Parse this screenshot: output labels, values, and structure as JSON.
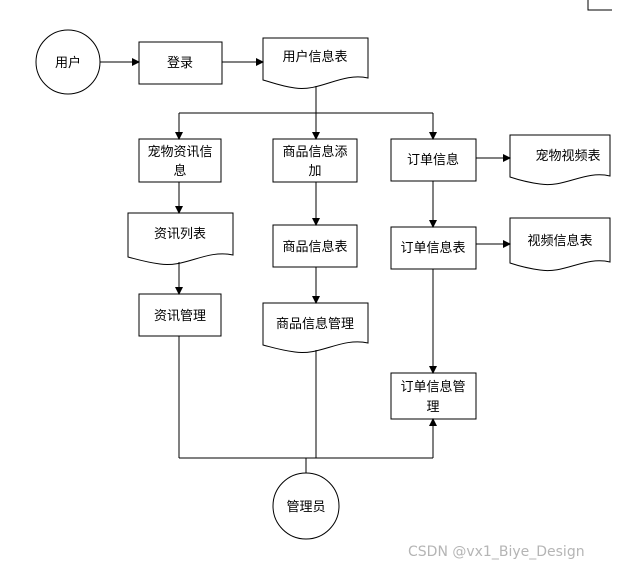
{
  "diagram": {
    "nodes": {
      "user": "用户",
      "login": "登录",
      "user_table": "用户信息表",
      "pet_info_line1": "宠物资讯信",
      "pet_info_line2": "息",
      "goods_add_line1": "商品信息添",
      "goods_add_line2": "加",
      "order_info": "订单信息",
      "pet_video_table": "宠物视频表",
      "news_list_table": "资讯列表",
      "goods_table": "商品信息表",
      "order_table": "订单信息表",
      "video_table": "视频信息表",
      "news_manage": "资讯管理",
      "goods_manage": "商品信息管理",
      "order_manage_line1": "订单信息管",
      "order_manage_line2": "理",
      "admin": "管理员"
    },
    "watermark": "CSDN @vx1_Biye_Design"
  }
}
